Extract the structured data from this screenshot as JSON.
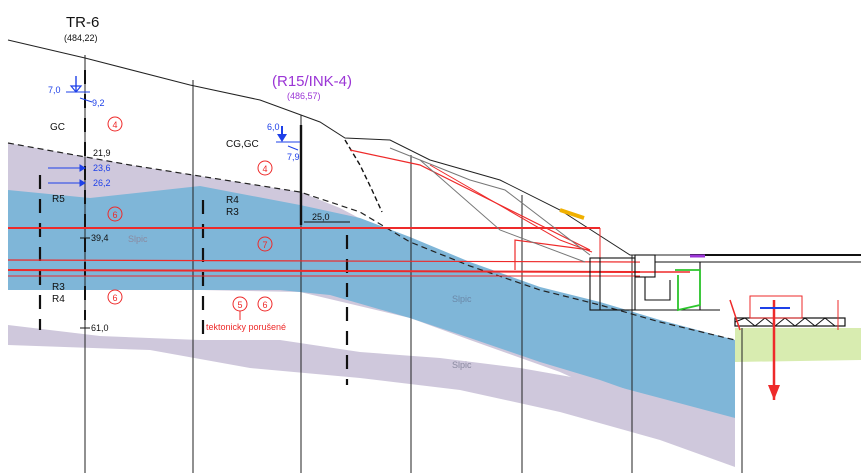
{
  "boreholes": {
    "tr6": {
      "name": "TR-6",
      "elevation": "(484,22)"
    },
    "r15": {
      "name": "(R15/INK-4)",
      "elevation": "(486,57)"
    }
  },
  "water_levels": {
    "tr6_a": "7,0",
    "tr6_b": "9,2",
    "r15_a": "6,0",
    "r15_b": "7,9"
  },
  "depths": {
    "tr6_d1": "21,9",
    "tr6_d2": "23,6",
    "tr6_d3": "26,2",
    "tr6_d4": "39,4",
    "tr6_d5": "61,0",
    "r15_d1": "25,0"
  },
  "soil_labels": {
    "gc": "GC",
    "cggc": "CG,GC",
    "r5": "R5",
    "r4r3_top": "R4",
    "r4r3_bot": "R3",
    "r3r4_top": "R3",
    "r3r4_bot": "R4"
  },
  "zones": {
    "z4a": "4",
    "z4b": "4",
    "z6a": "6",
    "z7": "7",
    "z6b": "6",
    "z5": "5",
    "z6c": "6"
  },
  "notes": {
    "tectonic": "tektonicky porušené"
  },
  "layer_tags": {
    "t1": "Slpic",
    "t2": "Slpic",
    "t3": "Slpic"
  },
  "colors": {
    "blue_layer": "#7fb6d8",
    "lavender_layer": "#cfc8dc",
    "green_layer": "#d8ecb0",
    "red": "#ee2a2a",
    "purple": "#9b35d6",
    "water_blue": "#1e40e8"
  }
}
